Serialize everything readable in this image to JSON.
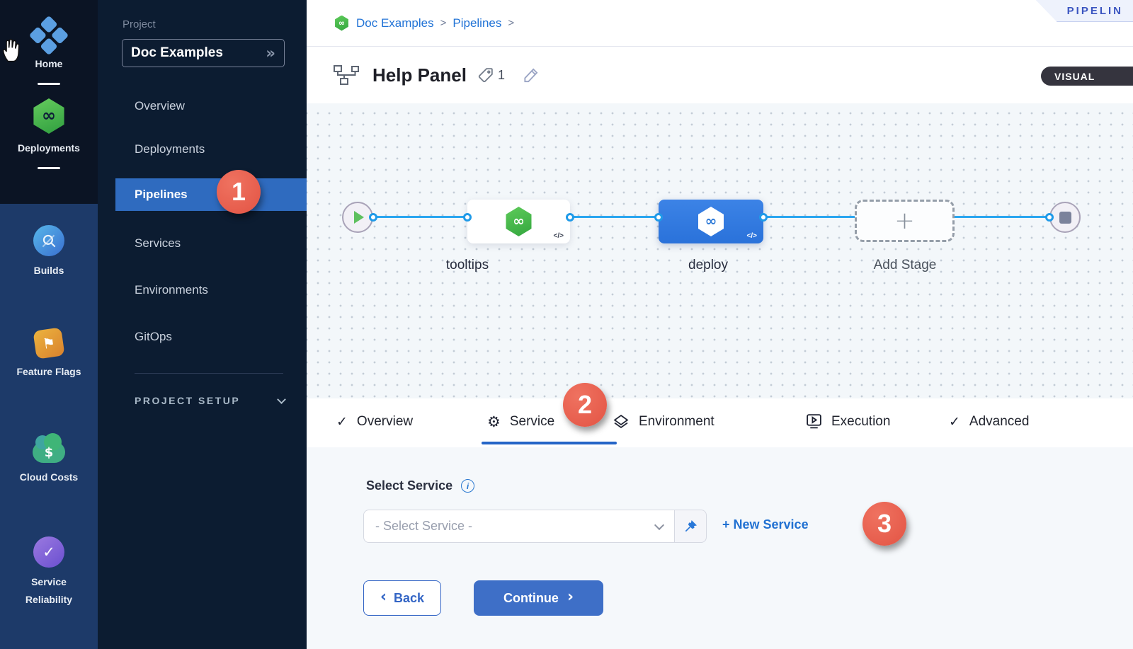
{
  "icons": {
    "infinity": "∞",
    "check": "✓",
    "gear": "⚙",
    "flag": "⚑",
    "dollar": "$",
    "double_chevron": "»",
    "chevron_left": "‹",
    "chevron_right": "›",
    "plus": "+",
    "code": "</>",
    "info": "i"
  },
  "left_rail": {
    "modules": [
      {
        "label": "Home"
      },
      {
        "label": "Deployments"
      },
      {
        "label": "Builds"
      },
      {
        "label": "Feature Flags"
      },
      {
        "label": "Cloud Costs"
      },
      {
        "label": "Service Reliability"
      }
    ]
  },
  "project_sidebar": {
    "section_label": "Project",
    "project_name": "Doc Examples",
    "items": [
      {
        "label": "Overview"
      },
      {
        "label": "Deployments"
      },
      {
        "label": "Pipelines"
      },
      {
        "label": "Services"
      },
      {
        "label": "Environments"
      },
      {
        "label": "GitOps"
      }
    ],
    "active_item": "Pipelines",
    "setup_label": "PROJECT SETUP"
  },
  "header": {
    "breadcrumb": {
      "items": [
        {
          "label": "Doc Examples"
        },
        {
          "label": "Pipelines"
        }
      ],
      "separator": ">"
    },
    "studio_label": "PIPELIN",
    "title": "Help Panel",
    "tag_count": "1",
    "mode_badge": "VISUAL"
  },
  "canvas": {
    "stages": [
      {
        "name": "tooltips"
      },
      {
        "name": "deploy"
      }
    ],
    "add_stage_label": "Add Stage"
  },
  "tabs": [
    {
      "label": "Overview"
    },
    {
      "label": "Service"
    },
    {
      "label": "Environment"
    },
    {
      "label": "Execution"
    },
    {
      "label": "Advanced"
    }
  ],
  "active_tab": "Service",
  "service_panel": {
    "label": "Select Service",
    "select_placeholder": "- Select Service -",
    "new_service_label": "+ New Service",
    "back_label": "Back",
    "continue_label": "Continue"
  },
  "annotations": [
    {
      "number": "1"
    },
    {
      "number": "2"
    },
    {
      "number": "3"
    }
  ],
  "colors": {
    "rail_top_bg": "#0b1424",
    "rail_bottom_bg": "#1d3a69",
    "sidebar_bg": "#0c1c31",
    "active_nav_bg": "#2f6bbf",
    "annotation_red": "#e35444",
    "link_blue": "#2173d6",
    "connector_blue": "#2aa6f0",
    "node_blue": "#2e7ad8",
    "node_green": "#47b94f",
    "button_blue": "#3e6fc7",
    "tab_underline": "#2565c7",
    "canvas_bg": "#f3f7fa"
  }
}
